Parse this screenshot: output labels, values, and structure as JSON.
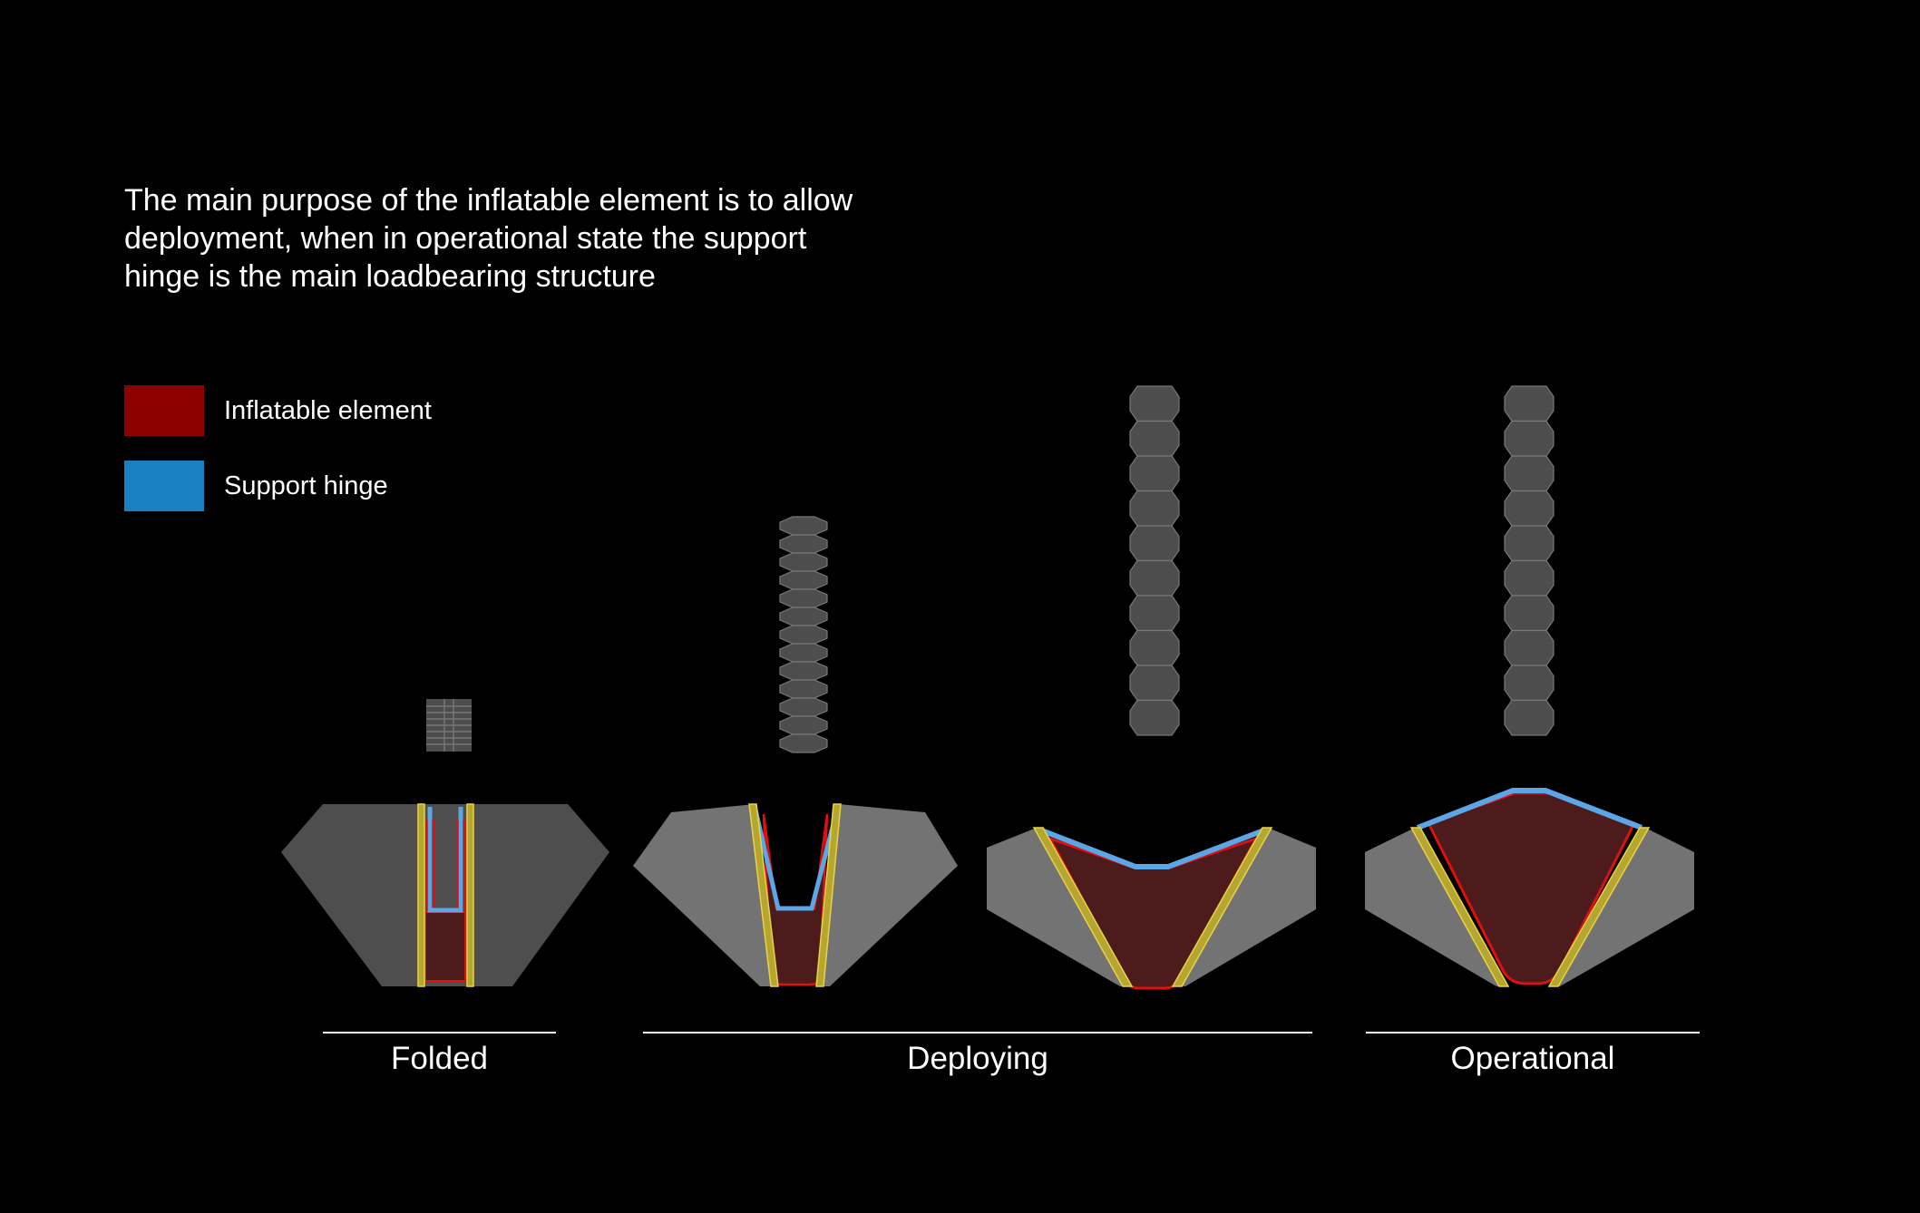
{
  "description": "The main purpose of the inflatable element is to allow deployment, when in operational state the support hinge is the main loadbearing structure",
  "legend": [
    {
      "label": "Inflatable element",
      "color": "#8c0000"
    },
    {
      "label": "Support hinge",
      "color": "#1a80c4"
    }
  ],
  "stages": [
    "Folded",
    "Deploying",
    "Operational"
  ],
  "colors": {
    "background": "#000000",
    "panel_dark": "#4e4e4e",
    "panel_light": "#737373",
    "inflatable_fill": "#4d1b1b",
    "inflatable_outline": "#e01010",
    "hinge_stroke": "#5ba6e6",
    "brace": "#b5a62f",
    "brace_highlight": "#e8d24a",
    "stack": "#4d4d4d",
    "stack_line": "#777777"
  }
}
